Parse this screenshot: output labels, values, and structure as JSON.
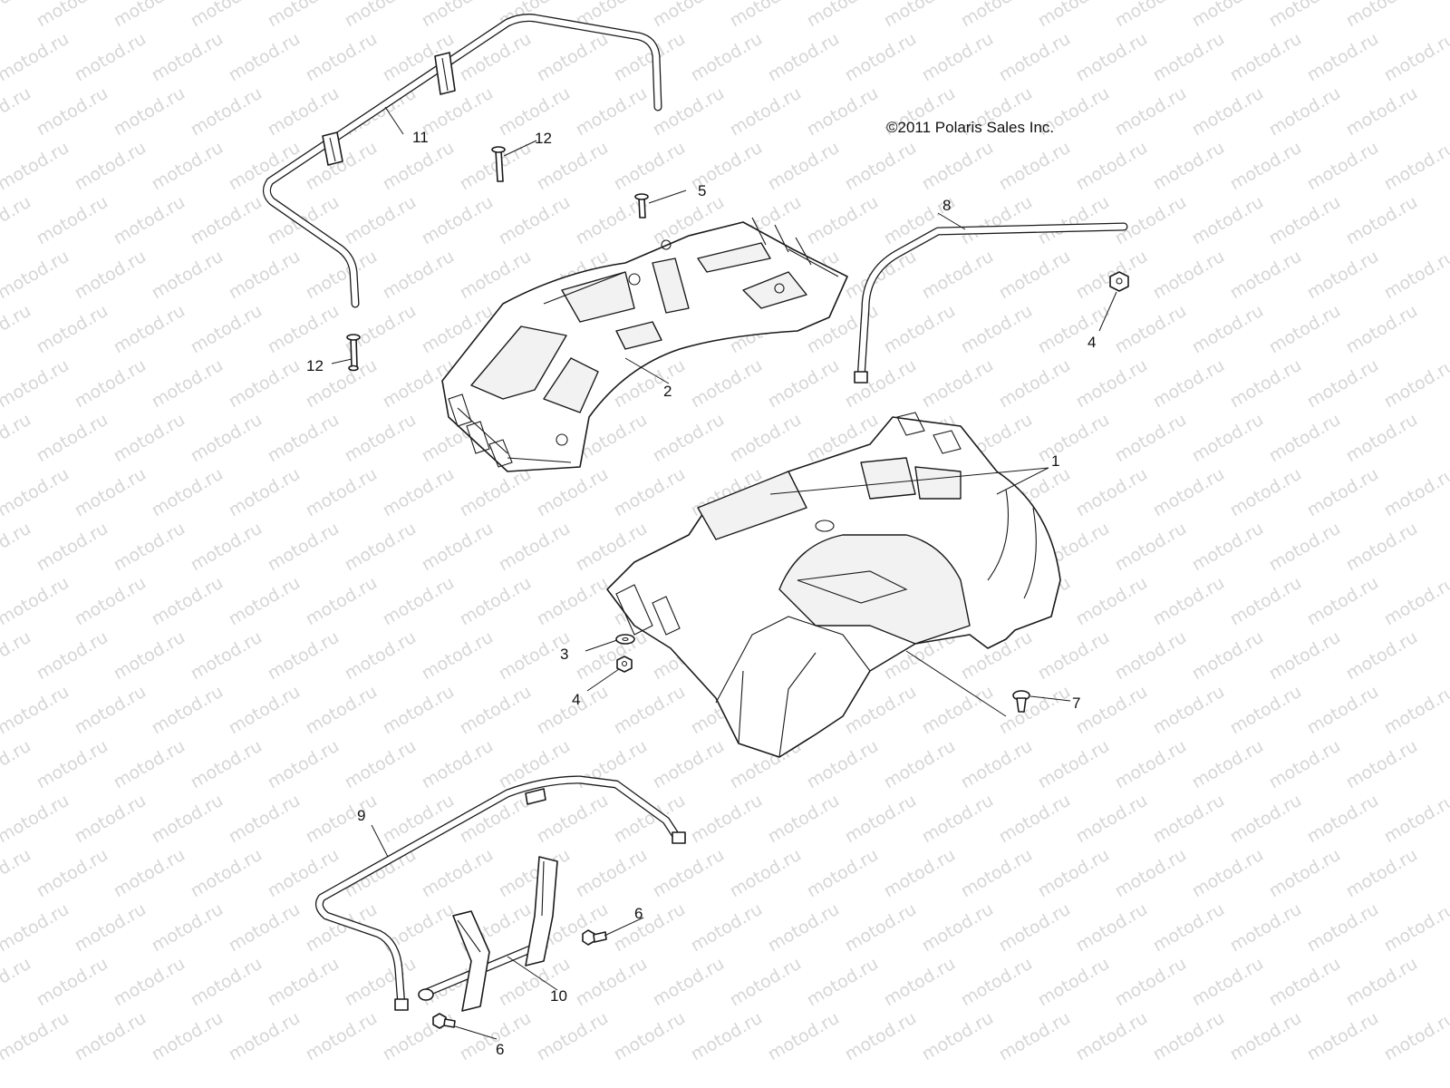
{
  "copyright": "©2011 Polaris Sales Inc.",
  "watermark": "motod.ru",
  "callouts": [
    {
      "id": "1"
    },
    {
      "id": "2"
    },
    {
      "id": "3"
    },
    {
      "id": "4"
    },
    {
      "id": "4"
    },
    {
      "id": "5"
    },
    {
      "id": "6"
    },
    {
      "id": "6"
    },
    {
      "id": "7"
    },
    {
      "id": "8"
    },
    {
      "id": "9"
    },
    {
      "id": "10"
    },
    {
      "id": "11"
    },
    {
      "id": "12"
    },
    {
      "id": "12"
    }
  ],
  "colors": {
    "line": "#1a1a1a",
    "watermark": "#d6d6d6",
    "background": "#ffffff"
  }
}
